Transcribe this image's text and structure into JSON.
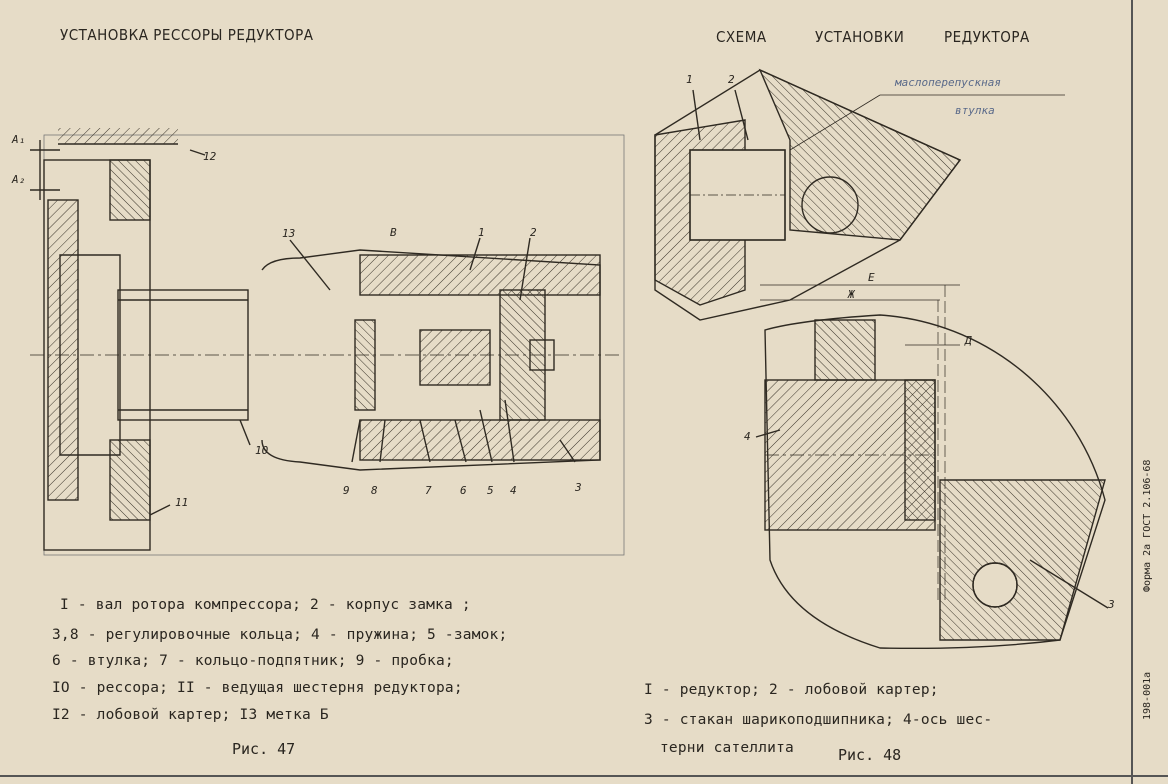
{
  "left": {
    "title": "УСТАНОВКА РЕССОРЫ РЕДУКТОРА",
    "callouts": [
      "A₁",
      "A₂",
      "12",
      "13",
      "B",
      "1",
      "2",
      "10",
      "11",
      "9",
      "8",
      "7",
      "6",
      "5",
      "4",
      "3"
    ],
    "legend": [
      "I - вал ротора компрессора; 2 - корпус замка ;",
      "3,8 - регулировочные кольца; 4 - пружина; 5 -замок;",
      "6 - втулка; 7 - кольцо-подпятник; 9 - пробка;",
      "IO - рессора; II - ведущая шестерня редуктора;",
      "I2 - лобовой картер; I3 метка Б"
    ],
    "figure": "Рис. 47"
  },
  "right": {
    "title_parts": [
      "СХЕМА",
      "УСТАНОВКИ",
      "РЕДУКТОРА"
    ],
    "annotation_line1": "маслоперепускная",
    "annotation_line2": "втулка",
    "callouts": [
      "1",
      "2",
      "E",
      "Ж",
      "Д",
      "4",
      "3"
    ],
    "legend": [
      "I - редуктор; 2 - лобовой картер;",
      "3 - стакан шарикоподшипника; 4-ось шес-",
      "терни сателлита"
    ],
    "figure": "Рис. 48"
  },
  "margin": {
    "form": "Форма 2а ГОСТ 2.106-68",
    "code": "198-001а"
  }
}
